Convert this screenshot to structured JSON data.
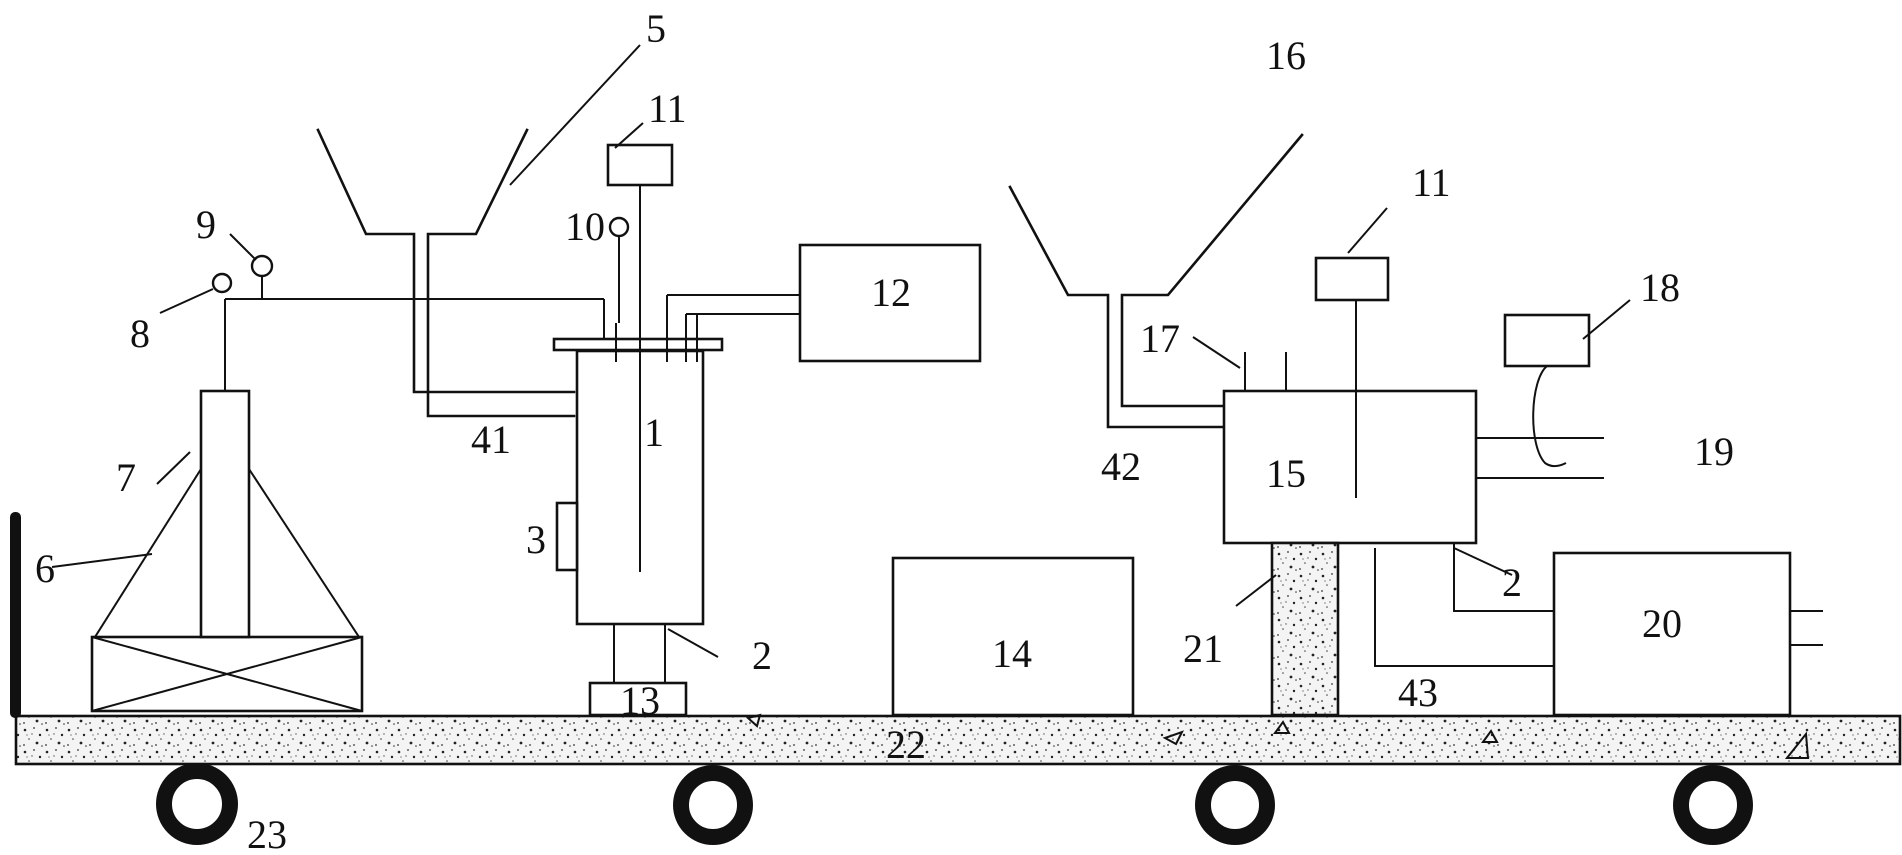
{
  "labels": {
    "n1": "1",
    "n2a": "2",
    "n2b": "2",
    "n3": "3",
    "n5": "5",
    "n6": "6",
    "n7": "7",
    "n8": "8",
    "n9": "9",
    "n10": "10",
    "n11a": "11",
    "n11b": "11",
    "n12": "12",
    "n13": "13",
    "n14": "14",
    "n15": "15",
    "n16": "16",
    "n17": "17",
    "n18": "18",
    "n19": "19",
    "n20": "20",
    "n21": "21",
    "n22": "22",
    "n23": "23",
    "n41": "41",
    "n42": "42",
    "n43": "43"
  },
  "colors": {
    "line": "#111111",
    "background": "#ffffff",
    "concrete_fill": "#f4f4f4"
  }
}
